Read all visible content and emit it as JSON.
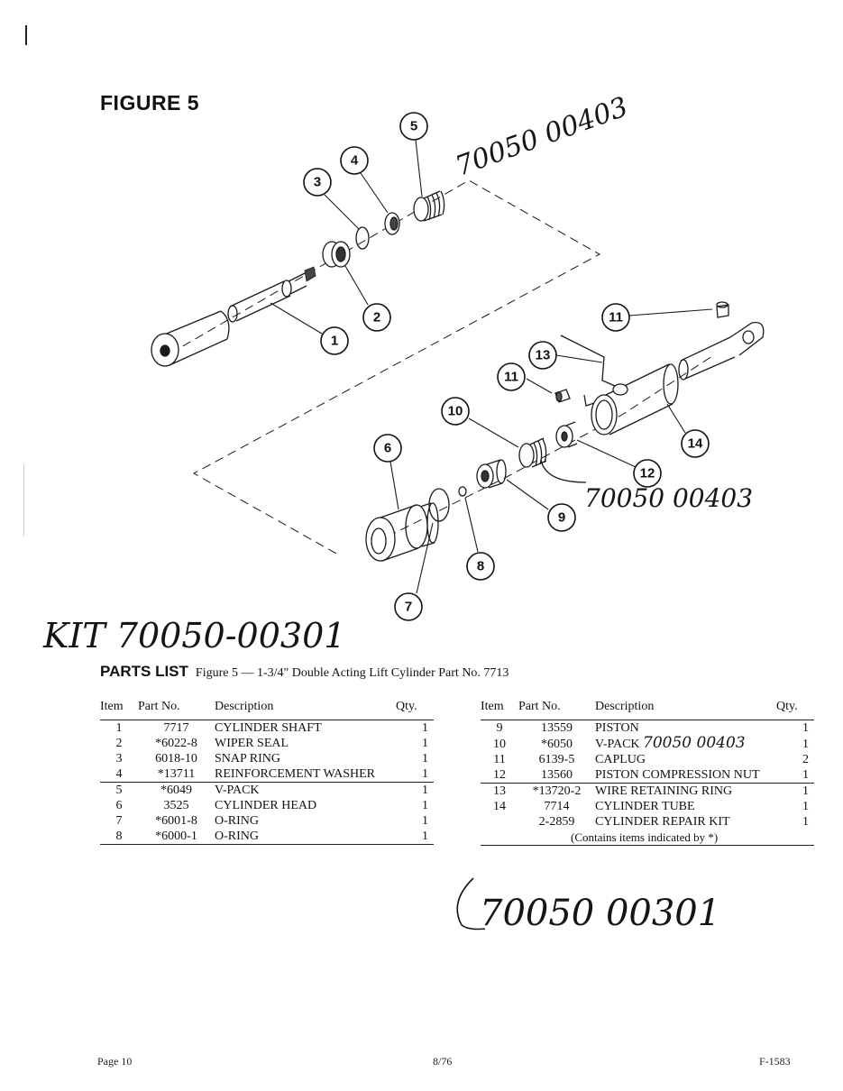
{
  "figure_title": "FIGURE 5",
  "callouts": [
    "1",
    "2",
    "3",
    "4",
    "5",
    "6",
    "7",
    "8",
    "9",
    "10",
    "11",
    "11",
    "12",
    "13",
    "14"
  ],
  "handwritten": {
    "top_number": "70050 00403",
    "mid_number": "70050 00403",
    "kit_note": "KIT 70050-00301",
    "bottom_number": "70050 00301",
    "vpack_note": "70050 00403"
  },
  "parts_list": {
    "heading": "PARTS LIST",
    "subtitle": "Figure 5 — 1-3/4\" Double Acting Lift Cylinder Part No. 7713",
    "columns": {
      "item": "Item",
      "part_no": "Part No.",
      "description": "Description",
      "qty": "Qty."
    },
    "left_rows": [
      {
        "item": "1",
        "part_no": "7717",
        "description": "CYLINDER SHAFT",
        "qty": "1"
      },
      {
        "item": "2",
        "part_no": "*6022-8",
        "description": "WIPER SEAL",
        "qty": "1"
      },
      {
        "item": "3",
        "part_no": "6018-10",
        "description": "SNAP RING",
        "qty": "1"
      },
      {
        "item": "4",
        "part_no": "*13711",
        "description": "REINFORCEMENT WASHER",
        "qty": "1"
      },
      {
        "item": "5",
        "part_no": "*6049",
        "description": "V-PACK",
        "qty": "1"
      },
      {
        "item": "6",
        "part_no": "3525",
        "description": "CYLINDER HEAD",
        "qty": "1"
      },
      {
        "item": "7",
        "part_no": "*6001-8",
        "description": "O-RING",
        "qty": "1"
      },
      {
        "item": "8",
        "part_no": "*6000-1",
        "description": "O-RING",
        "qty": "1"
      }
    ],
    "right_rows": [
      {
        "item": "9",
        "part_no": "13559",
        "description": "PISTON",
        "qty": "1"
      },
      {
        "item": "10",
        "part_no": "*6050",
        "description": "V-PACK",
        "qty": "1"
      },
      {
        "item": "11",
        "part_no": "6139-5",
        "description": "CAPLUG",
        "qty": "2"
      },
      {
        "item": "12",
        "part_no": "13560",
        "description": "PISTON COMPRESSION NUT",
        "qty": "1"
      },
      {
        "item": "13",
        "part_no": "*13720-2",
        "description": "WIRE RETAINING RING",
        "qty": "1"
      },
      {
        "item": "14",
        "part_no": "7714",
        "description": "CYLINDER TUBE",
        "qty": "1"
      },
      {
        "item": "",
        "part_no": "2-2859",
        "description": "CYLINDER REPAIR KIT",
        "qty": "1"
      }
    ],
    "kit_note": "(Contains items indicated by *)"
  },
  "footer": {
    "page": "Page 10",
    "date": "8/76",
    "code": "F-1583"
  }
}
